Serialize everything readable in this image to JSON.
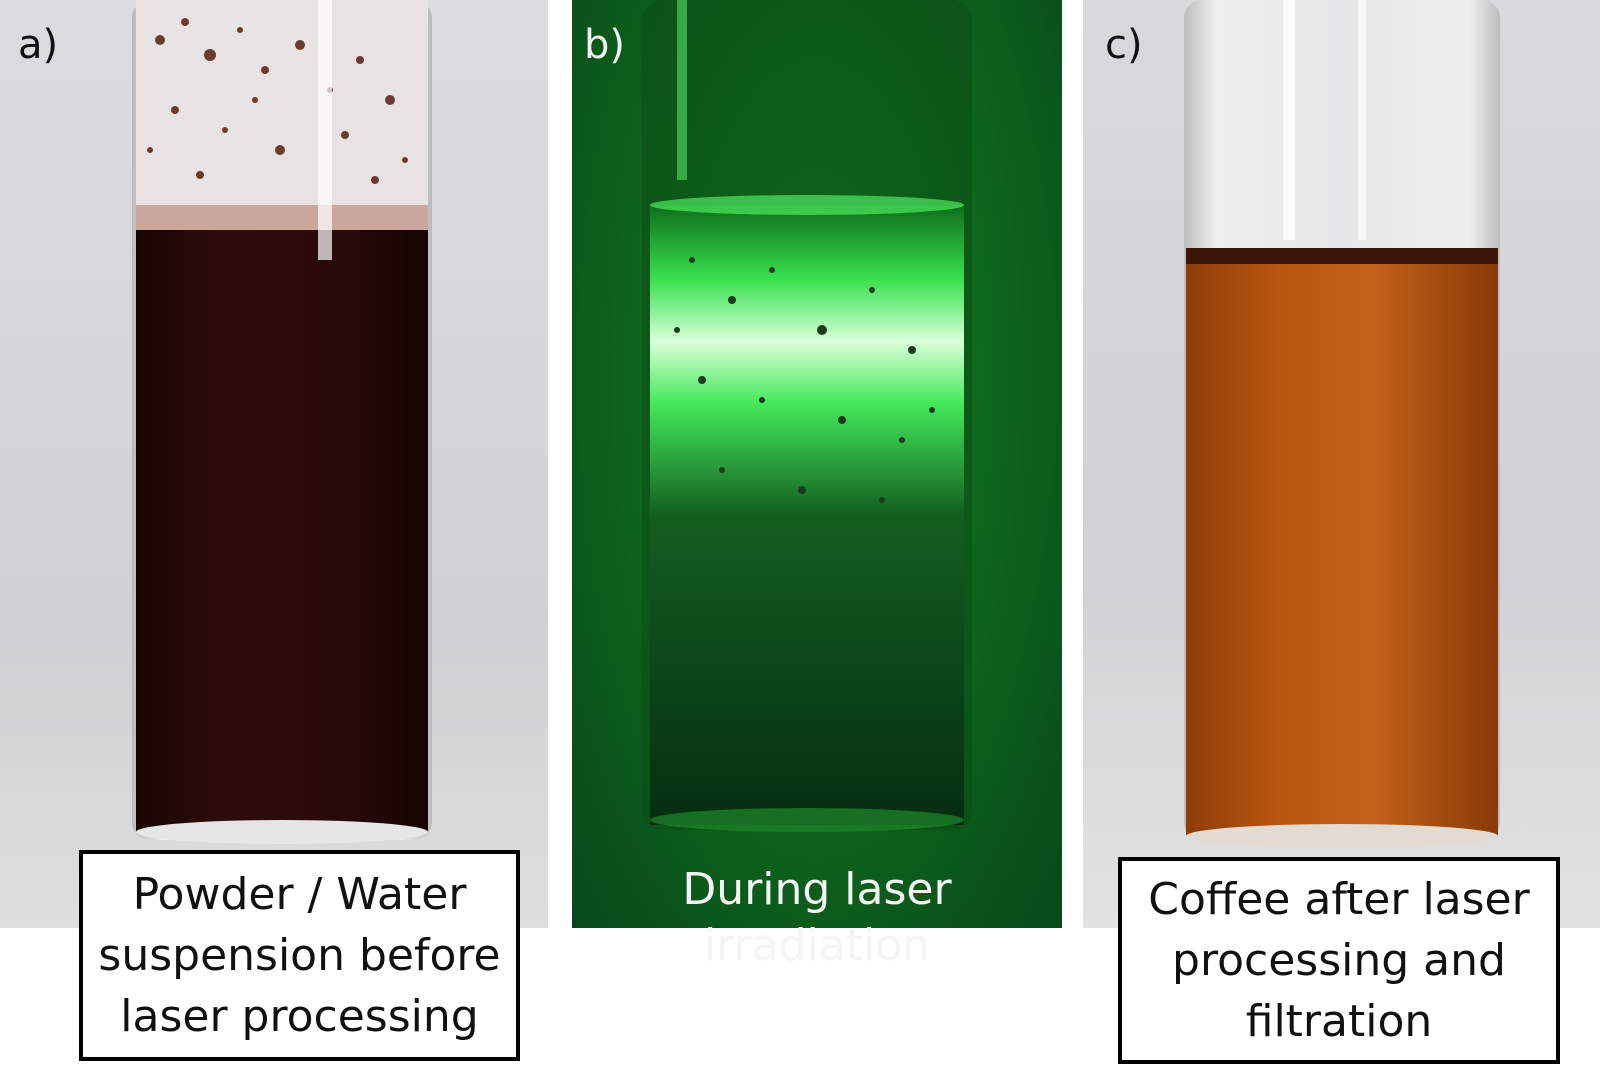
{
  "panels": {
    "a": {
      "letter": "a)",
      "caption": [
        "Powder / Water",
        "suspension before",
        "laser processing"
      ]
    },
    "b": {
      "letter": "b)",
      "caption": "During laser irradiation"
    },
    "c": {
      "letter": "c)",
      "caption": [
        "Coffee after laser",
        "processing and",
        "filtration"
      ]
    }
  },
  "colors": {
    "dark_coffee": "#2a0b0a",
    "laser_green": "#2fe04a",
    "amber_coffee": "#b4520e"
  }
}
